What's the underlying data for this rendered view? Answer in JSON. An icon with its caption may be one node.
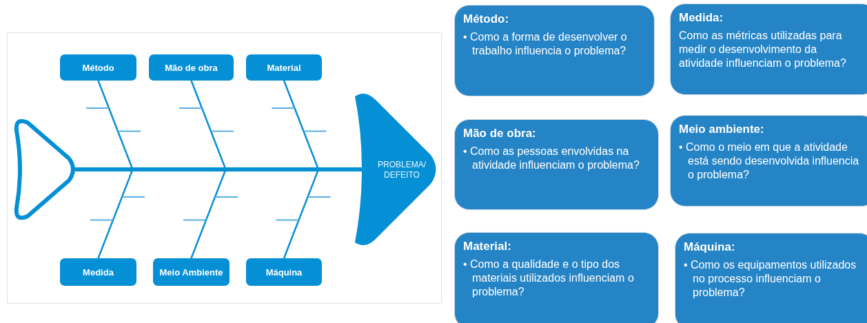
{
  "diagram": {
    "nodes": [
      {
        "text": [
          "Método"
        ]
      },
      {
        "text": [
          "Mão de obra"
        ]
      },
      {
        "text": [
          "Material"
        ]
      },
      {
        "text": [
          "Medida"
        ]
      },
      {
        "text": [
          "Meio Ambiente"
        ]
      },
      {
        "text": [
          "Máquina"
        ]
      },
      {
        "text": [
          "PROBLEMA/ DEFEITO"
        ]
      },
      {
        "text": [
          "Método:",
          "• Como a forma de desenvolver o trabalho influencia o problema?"
        ]
      },
      {
        "text": [
          "Medida:",
          "Como as métricas utilizadas para medir o desenvolvimento da atividade influenciam o problema?"
        ]
      },
      {
        "text": [
          "Mão de obra:",
          "• Como as pessoas envolvidas na atividade influenciam o problema?"
        ]
      },
      {
        "text": [
          "Meio ambiente:",
          "• Como o meio em que a atividade está sendo desenvolvida influencia o problema?"
        ]
      },
      {
        "text": [
          "Material:",
          "• Como a qualidade e o tipo dos materiais utilizados influenciam o problema?"
        ]
      },
      {
        "text": [
          "Máquina:",
          "• Como os equipamentos utilizados no processo influenciam o problema?"
        ]
      },
      {
        "text": [],
        "shape": "triangle"
      }
    ],
    "edges": [
      {
        "from": 0,
        "to": 6,
        "arrow": "none"
      },
      {
        "from": 1,
        "to": 6,
        "arrow": "none"
      },
      {
        "from": 2,
        "to": 6,
        "arrow": "none"
      },
      {
        "from": 3,
        "to": 6,
        "arrow": "none"
      },
      {
        "from": 4,
        "to": 6,
        "arrow": "none"
      },
      {
        "from": 5,
        "to": 6,
        "arrow": "none"
      },
      {
        "from": 13,
        "to": 6,
        "arrow": "none",
        "style": "thick"
      }
    ]
  }
}
